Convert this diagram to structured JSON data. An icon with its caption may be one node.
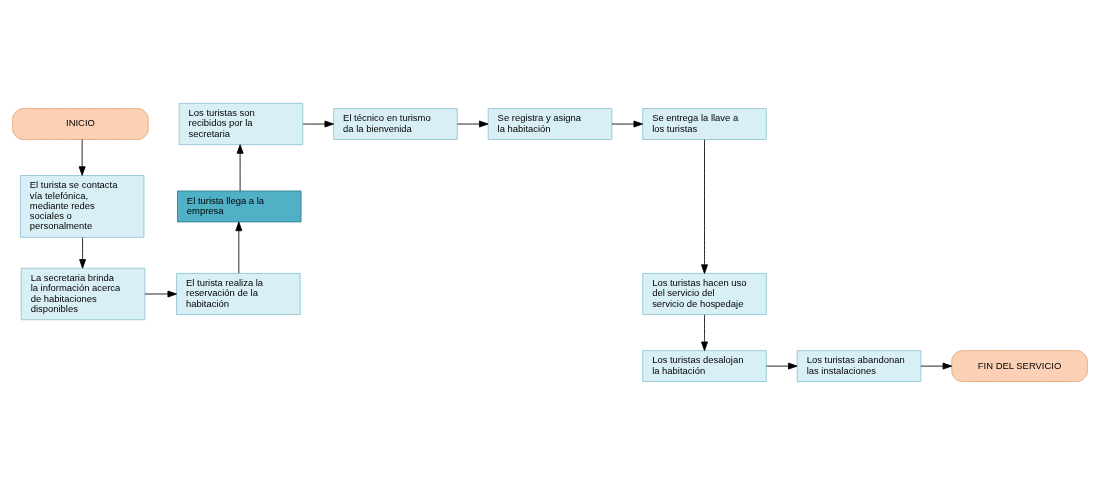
{
  "diagram": {
    "nodes": [
      {
        "text": [
          "INICIO"
        ]
      },
      {
        "text": [
          "El turista se contacta vía telefónica, mediante redes sociales o personalmente"
        ]
      },
      {
        "text": [
          "La secretaria brinda la información acerca de habitaciones disponibles"
        ]
      },
      {
        "text": [
          "El turista realiza la reservación de la habitación"
        ]
      },
      {
        "text": [
          "El turista llega a la empresa"
        ]
      },
      {
        "text": [
          "Los turistas son recibidos por la secretaria"
        ]
      },
      {
        "text": [
          "El técnico en turismo da la bienvenida"
        ]
      },
      {
        "text": [
          "Se registra y asigna la habitación"
        ]
      },
      {
        "text": [
          "Se entrega la llave a los turistas"
        ]
      },
      {
        "text": [
          "Los turistas hacen uso del servicio del servicio de hospedaje"
        ]
      },
      {
        "text": [
          "Los turistas desalojan la habitación"
        ]
      },
      {
        "text": [
          "Los turistas abandonan las instalaciones"
        ]
      },
      {
        "text": [
          "FIN DEL SERVICIO"
        ]
      }
    ],
    "edges": [
      {
        "from": 0,
        "to": 1,
        "arrow": "to"
      },
      {
        "from": 1,
        "to": 2,
        "arrow": "to"
      },
      {
        "from": 2,
        "to": 3,
        "arrow": "to"
      },
      {
        "from": 3,
        "to": 4,
        "arrow": "to"
      },
      {
        "from": 4,
        "to": 5,
        "arrow": "to"
      },
      {
        "from": 5,
        "to": 6,
        "arrow": "to"
      },
      {
        "from": 6,
        "to": 7,
        "arrow": "to"
      },
      {
        "from": 7,
        "to": 8,
        "arrow": "to"
      },
      {
        "from": 8,
        "to": 9,
        "arrow": "to"
      },
      {
        "from": 9,
        "to": 10,
        "arrow": "to"
      },
      {
        "from": 10,
        "to": 11,
        "arrow": "to"
      },
      {
        "from": 11,
        "to": 12,
        "arrow": "to"
      }
    ]
  }
}
